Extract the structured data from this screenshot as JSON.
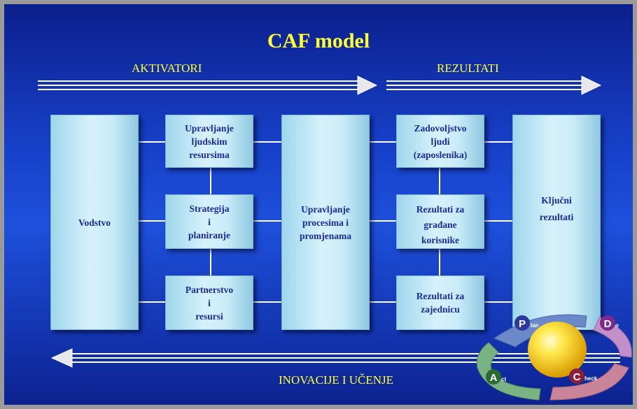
{
  "title": "CAF model",
  "labels": {
    "aktivatori": "AKTIVATORI",
    "rezultati": "REZULTATI",
    "inovacije": "INOVACIJE I UČENJE"
  },
  "boxes": {
    "vodstvo": "Vodstvo",
    "upravljanje_ljudskim": "Upravljanje\nljudskim\nresursima",
    "strategija": "Strategija\ni\nplaniranje",
    "partnerstvo": "Partnerstvo\ni\nresursi",
    "upravljanje_procesima": "Upravljanje\nprocesima i\npromjenama",
    "zadovoljstvo": "Zadovoljstvo\nljudi\n(zaposlenika)",
    "rezultati_gradjane": "Rezultati za\ngrađane\nkorisnike",
    "rezultati_zajednicu": "Rezultati za\nzajednicu",
    "kljucni": "Ključni\nrezultati"
  },
  "pdca": {
    "plan_letter": "P",
    "plan_rest": "lan",
    "do_letter": "D",
    "do_rest": "o",
    "act_letter": "A",
    "act_rest": "ct",
    "check_letter": "C",
    "check_rest": "heck",
    "colors": {
      "plan": "#6b88c9",
      "do": "#c28fc9",
      "act": "#7ab383",
      "check": "#c9849a",
      "sphere": "#ffd21f"
    }
  },
  "colors": {
    "accent_text": "#ffff33",
    "box_text": "#1a2a9c"
  }
}
